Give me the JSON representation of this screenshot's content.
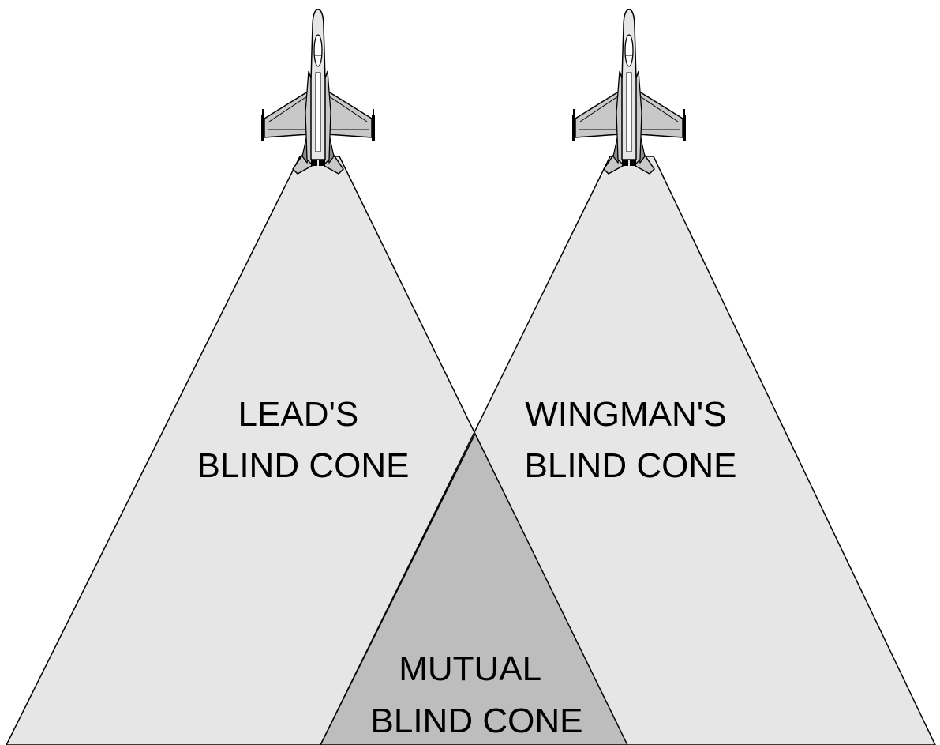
{
  "colors": {
    "background": "#ffffff",
    "cone_fill": "#e6e6e6",
    "mutual_fill": "#bdbdbd",
    "outline": "#000000",
    "aircraft_fill": "#c8c8c8",
    "aircraft_light": "#ffffff",
    "aircraft_dark": "#000000"
  },
  "aircraft": [
    {
      "role": "lead",
      "icon": "fighter-jet-icon"
    },
    {
      "role": "wingman",
      "icon": "fighter-jet-icon"
    }
  ],
  "labels": {
    "lead_cone": [
      "LEAD'S",
      "BLIND CONE"
    ],
    "wingman_cone": [
      "WINGMAN'S",
      "BLIND CONE"
    ],
    "mutual_cone": [
      "MUTUAL",
      "BLIND CONE"
    ]
  }
}
